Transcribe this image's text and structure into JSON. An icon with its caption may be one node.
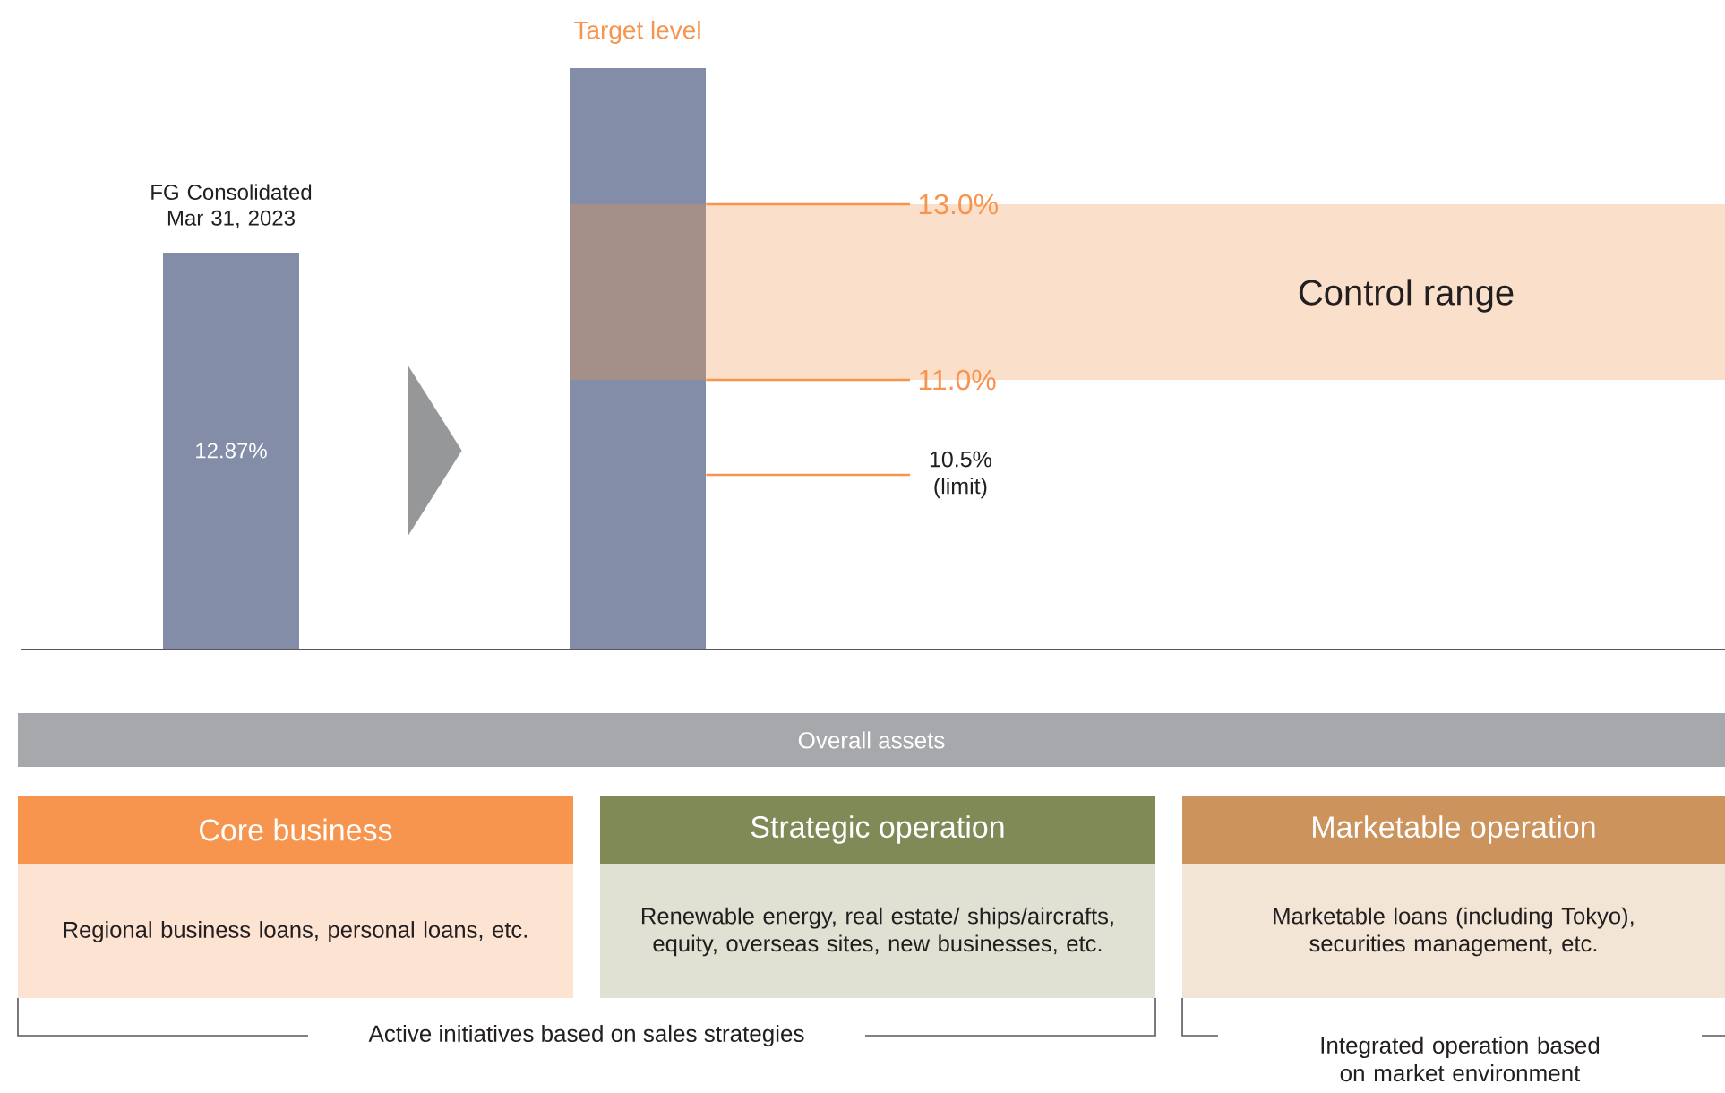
{
  "diagram": {
    "nodes": [
      {
        "text": [
          "FG Consolidated Mar 31, 2023",
          "12.87%"
        ]
      },
      {
        "text": [
          "Target level"
        ]
      },
      {
        "text": [
          "13.0%"
        ]
      },
      {
        "text": [
          "Control range"
        ]
      },
      {
        "text": [
          "11.0%"
        ]
      },
      {
        "text": [
          "10.5% (limit)"
        ]
      },
      {
        "text": [
          "Overall assets"
        ]
      },
      {
        "text": [
          "Core business",
          "Regional business loans, personal loans, etc."
        ]
      },
      {
        "text": [
          "Strategic operation",
          "Renewable energy, real estate/ ships/aircrafts, equity, overseas sites, new businesses, etc."
        ]
      },
      {
        "text": [
          "Marketable operation",
          "Marketable loans (including Tokyo), securities management, etc."
        ]
      }
    ],
    "edges": [
      {
        "from": 0,
        "to": 1,
        "arrow": "to",
        "color": "#969799"
      },
      {
        "from": 2,
        "to": 1,
        "arrow": "none",
        "color": "#f7944e"
      },
      {
        "from": 4,
        "to": 1,
        "arrow": "none",
        "color": "#f7944e"
      },
      {
        "from": 5,
        "to": 1,
        "arrow": "none",
        "color": "#f7944e"
      }
    ],
    "labels": [
      "Active initiatives based on sales strategies",
      "Integrated operation based on market environment"
    ]
  }
}
